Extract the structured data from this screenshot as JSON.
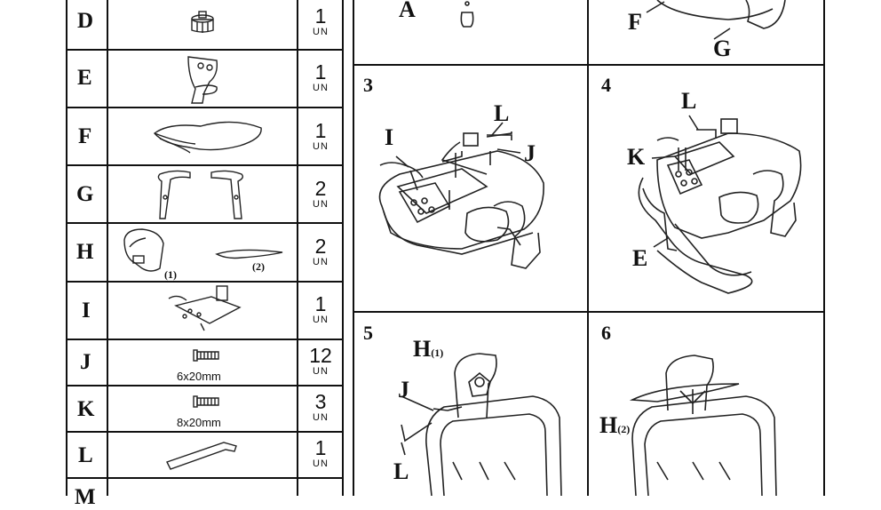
{
  "parts": [
    {
      "letter": "D",
      "qty": "1",
      "unit": "UN",
      "icon": "cap-icon"
    },
    {
      "letter": "E",
      "qty": "1",
      "unit": "UN",
      "icon": "bracket-icon"
    },
    {
      "letter": "F",
      "qty": "1",
      "unit": "UN",
      "icon": "seat-icon"
    },
    {
      "letter": "G",
      "qty": "2",
      "unit": "UN",
      "icon": "armrest-icon"
    },
    {
      "letter": "H",
      "qty": "2",
      "unit": "UN",
      "icon": "headrest-icon",
      "sub1": "(1)",
      "sub2": "(2)"
    },
    {
      "letter": "I",
      "qty": "1",
      "unit": "UN",
      "icon": "mechanism-icon"
    },
    {
      "letter": "J",
      "qty": "12",
      "unit": "UN",
      "icon": "screw-icon",
      "caption": "6x20mm"
    },
    {
      "letter": "K",
      "qty": "3",
      "unit": "UN",
      "icon": "screw-icon",
      "caption": "8x20mm"
    },
    {
      "letter": "L",
      "qty": "1",
      "unit": "UN",
      "icon": "allen-key-icon"
    },
    {
      "letter": "M",
      "qty": "",
      "unit": "",
      "icon": ""
    }
  ],
  "steps": {
    "top_left": {
      "labels": [
        "A"
      ]
    },
    "top_right": {
      "labels": [
        "F",
        "G"
      ]
    },
    "s3": {
      "num": "3",
      "labels": {
        "I": "I",
        "L": "L",
        "J": "J"
      }
    },
    "s4": {
      "num": "4",
      "labels": {
        "L": "L",
        "K": "K",
        "E": "E"
      }
    },
    "s5": {
      "num": "5",
      "labels": {
        "H": "H",
        "Hsub": "(1)",
        "J": "J",
        "L": "L"
      }
    },
    "s6": {
      "num": "6",
      "labels": {
        "H": "H",
        "Hsub": "(2)"
      }
    }
  }
}
